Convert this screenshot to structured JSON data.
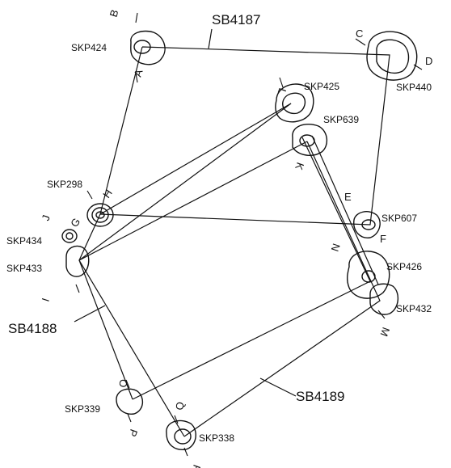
{
  "structures": [
    {
      "id": "SB4187",
      "members": [
        "SKP424",
        "SKP440",
        "SKP607",
        "SKP298"
      ]
    },
    {
      "id": "SB4188",
      "members": [
        "SKP425",
        "SKP433",
        "SKP338"
      ]
    },
    {
      "id": "SB4189",
      "members": [
        "SKP639",
        "SKP426",
        "SKP432",
        "SKP338",
        "SKP339"
      ]
    }
  ],
  "labels": {
    "sb4187": "SB4187",
    "sb4188": "SB4188",
    "sb4189": "SB4189",
    "skp424": "SKP424",
    "skp440": "SKP440",
    "skp425": "SKP425",
    "skp639": "SKP639",
    "skp298": "SKP298",
    "skp607": "SKP607",
    "skp434": "SKP434",
    "skp433": "SKP433",
    "skp426": "SKP426",
    "skp432": "SKP432",
    "skp339": "SKP339",
    "skp338": "SKP338"
  },
  "section_letters": [
    "A",
    "B",
    "C",
    "D",
    "E",
    "F",
    "G",
    "H",
    "I",
    "J",
    "K",
    "L",
    "M",
    "N",
    "O",
    "P",
    "Q",
    "R"
  ]
}
